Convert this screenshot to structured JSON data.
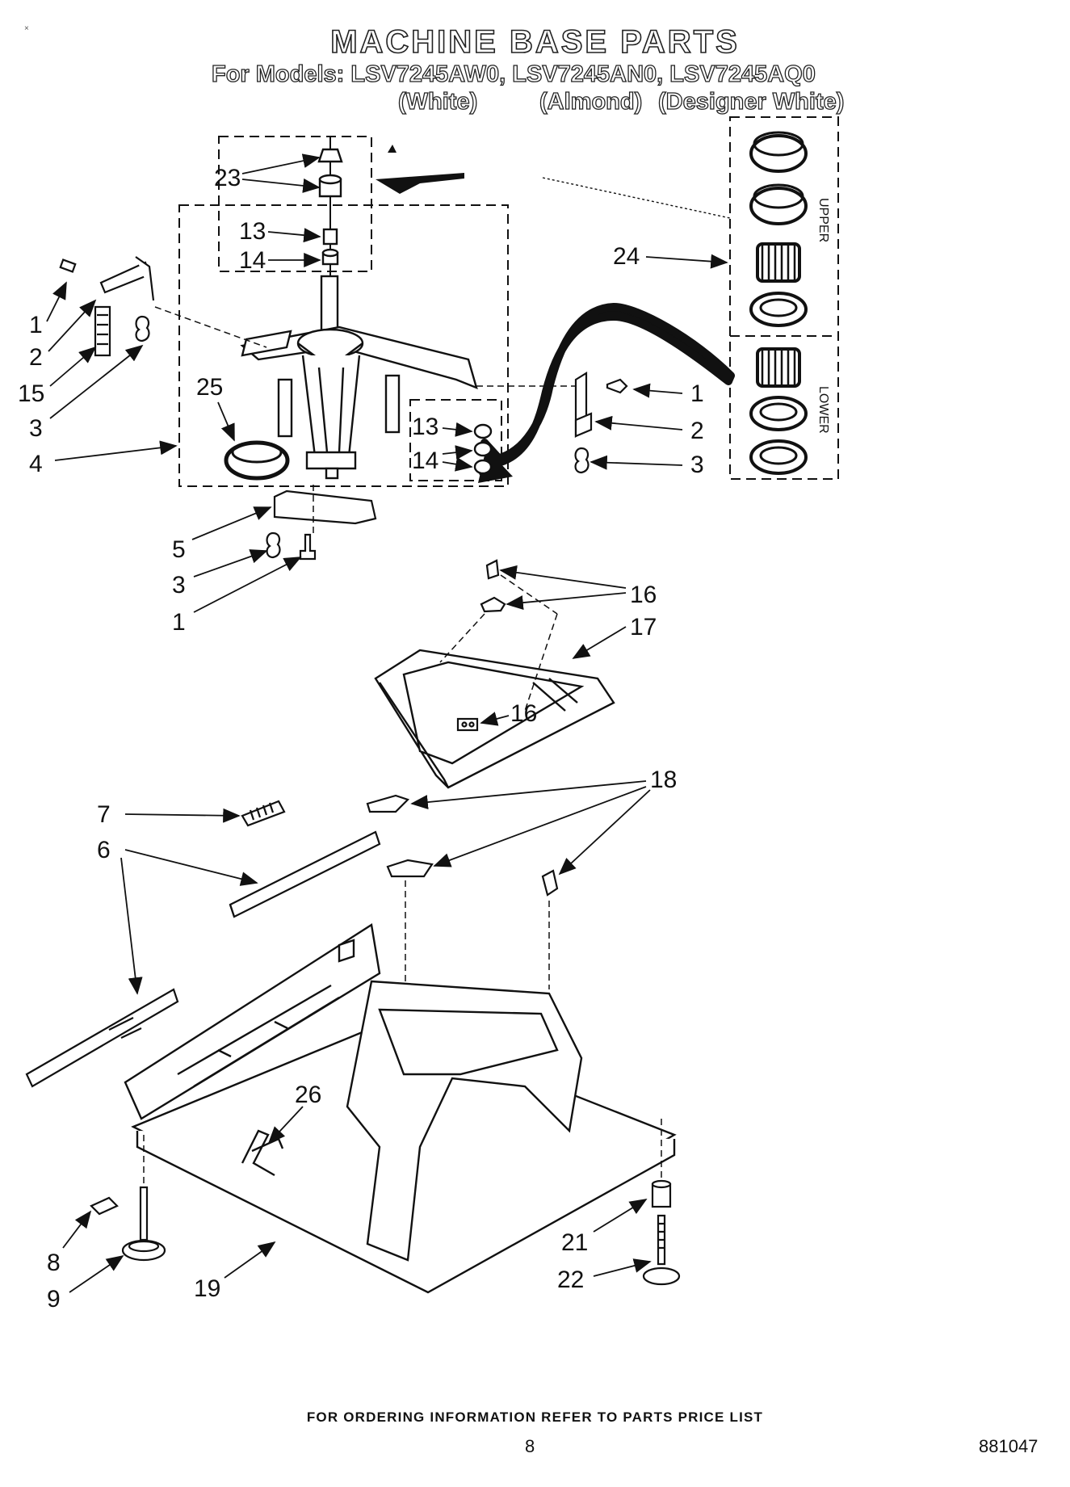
{
  "header": {
    "title": "MACHINE BASE PARTS",
    "models_line": "For Models: LSV7245AW0, LSV7245AN0, LSV7245AQ0",
    "color_white": "(White)",
    "color_almond": "(Almond)",
    "color_designer": "(Designer White)"
  },
  "seal_kit": {
    "upper_label": "UPPER",
    "lower_label": "LOWER"
  },
  "callouts": {
    "c1": "1",
    "c2": "2",
    "c3": "3",
    "c4": "4",
    "c5": "5",
    "c6": "6",
    "c7": "7",
    "c8": "8",
    "c9": "9",
    "c13": "13",
    "c14": "14",
    "c15": "15",
    "c16": "16",
    "c17": "17",
    "c18": "18",
    "c19": "19",
    "c21": "21",
    "c22": "22",
    "c23": "23",
    "c24": "24",
    "c25": "25",
    "c26": "26"
  },
  "footer": {
    "ordering_note": "FOR ORDERING INFORMATION REFER TO PARTS PRICE LIST",
    "page_number": "8",
    "figure_number": "881047"
  },
  "colors": {
    "ink": "#111111",
    "paper": "#ffffff"
  }
}
